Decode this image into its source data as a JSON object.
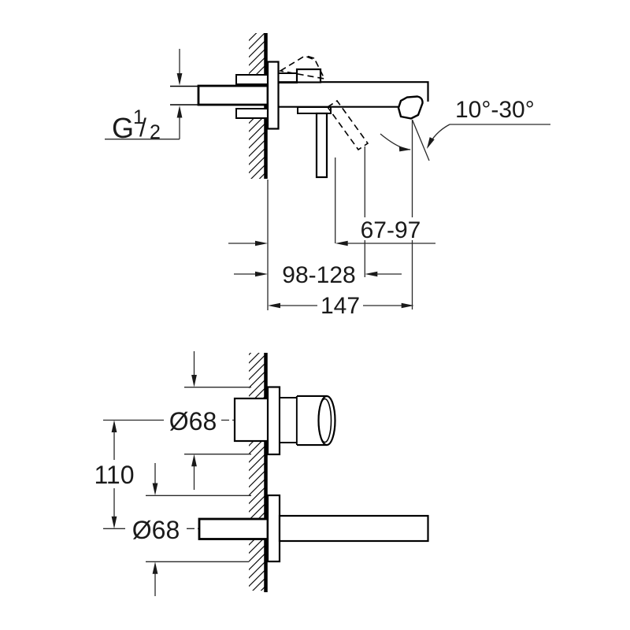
{
  "page": {
    "background": "#ffffff"
  },
  "drawing": {
    "kind": "technical-dimension-drawing",
    "line_color": "#000000",
    "dim_color": "#2a2a2a",
    "views": {
      "side_view": {
        "labels": {
          "thread": {
            "G": "G",
            "num": "1",
            "slash": "/",
            "den": "2"
          },
          "angle_range": "10°-30°",
          "dim_wall_to_lever": "67-97",
          "dim_wall_to_lever_open": "98-128",
          "dim_spout_projection": "147"
        }
      },
      "front_elevation": {
        "labels": {
          "handle_escutcheon_diameter": "Ø68",
          "center_distance": "110",
          "spout_escutcheon_diameter": "Ø68"
        }
      }
    }
  }
}
